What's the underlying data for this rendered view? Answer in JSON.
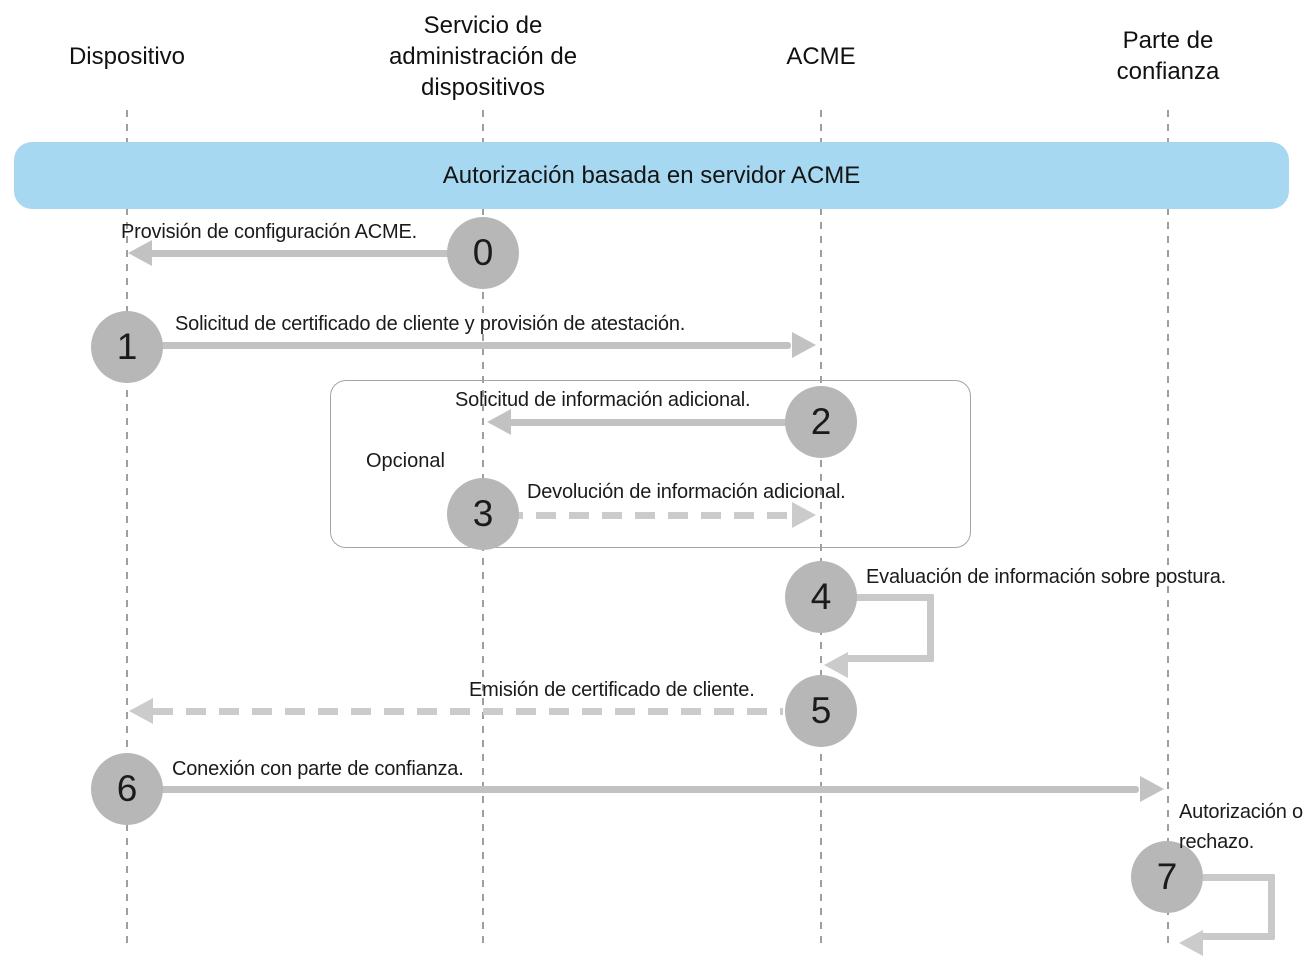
{
  "diagram": {
    "type": "sequence",
    "banner_title": "Autorización basada en servidor ACME",
    "actors": [
      {
        "id": "device",
        "label": "Dispositivo"
      },
      {
        "id": "mdm",
        "label": "Servicio de administración de dispositivos"
      },
      {
        "id": "acme",
        "label": "ACME"
      },
      {
        "id": "relying_party",
        "label": "Parte de confianza"
      }
    ],
    "optional_group": {
      "label": "Opcional"
    },
    "messages": [
      {
        "step": "0",
        "label": "Provisión de configuración ACME.",
        "from": "mdm",
        "to": "device",
        "line": "solid"
      },
      {
        "step": "1",
        "label": "Solicitud de certificado de cliente y provisión de atestación.",
        "from": "device",
        "to": "acme",
        "line": "solid"
      },
      {
        "step": "2",
        "label": "Solicitud de información adicional.",
        "from": "acme",
        "to": "mdm",
        "line": "solid"
      },
      {
        "step": "3",
        "label": "Devolución de información adicional.",
        "from": "mdm",
        "to": "acme",
        "line": "dashed"
      },
      {
        "step": "4",
        "label": "Evaluación de información sobre postura.",
        "from": "acme",
        "to": "acme",
        "line": "self"
      },
      {
        "step": "5",
        "label": "Emisión de certificado de cliente.",
        "from": "acme",
        "to": "device",
        "line": "dashed"
      },
      {
        "step": "6",
        "label": "Conexión con parte de confianza.",
        "from": "device",
        "to": "relying_party",
        "line": "solid"
      },
      {
        "step": "7",
        "label": "Autorización o rechazo.",
        "from": "relying_party",
        "to": "relying_party",
        "line": "self"
      }
    ],
    "colors": {
      "banner_bg": "#a6d9f1",
      "circle_bg": "#b7b7b7",
      "solid_arrow": "#c2c2c2",
      "dashed_arrow": "#cbcbcb",
      "lifeline": "#9f9f9f",
      "text": "#1d1d1f"
    }
  }
}
